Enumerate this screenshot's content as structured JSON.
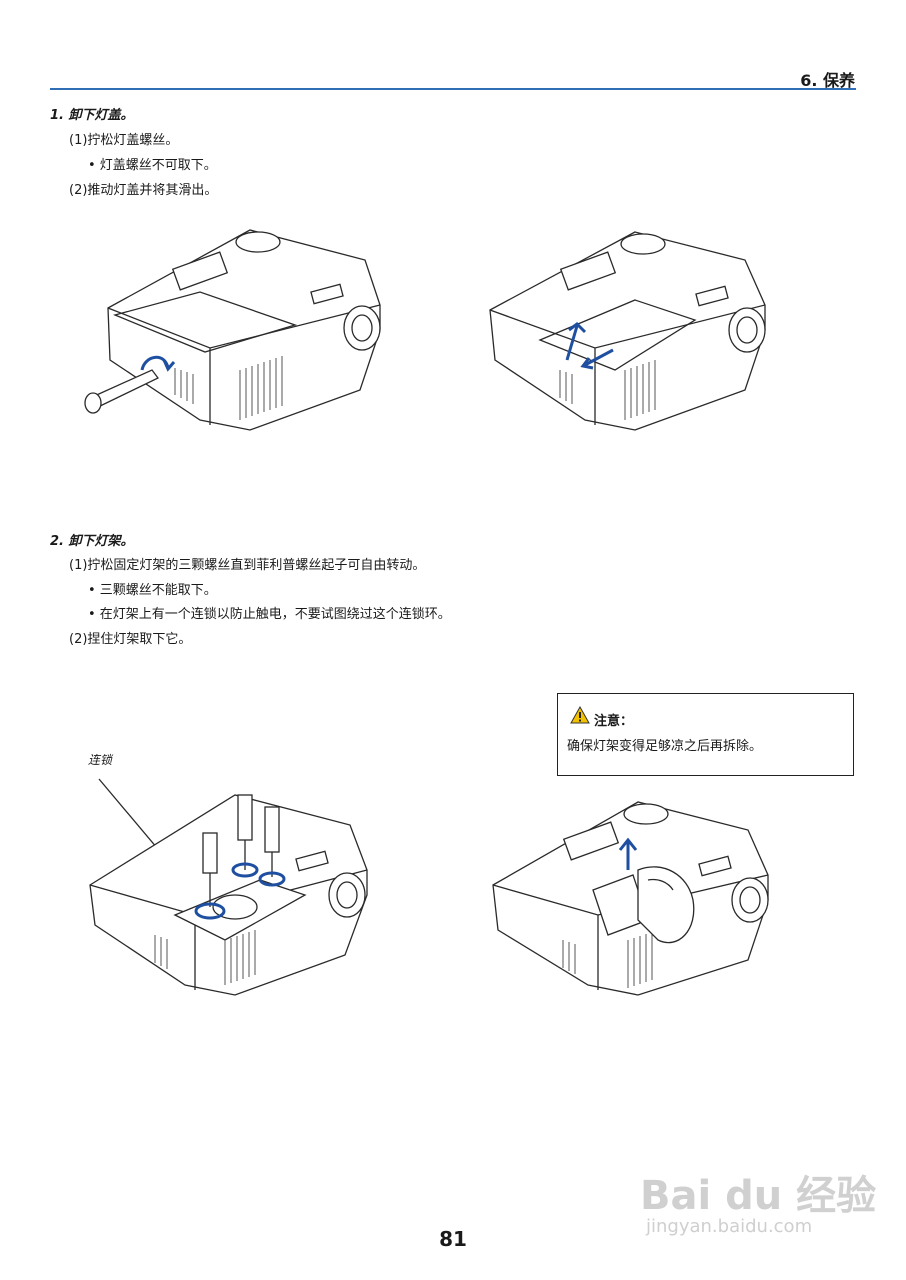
{
  "header": {
    "section_title": "6. 保养"
  },
  "step1": {
    "title": "1.  卸下灯盖。",
    "lines": [
      "(1)拧松灯盖螺丝。",
      "• 灯盖螺丝不可取下。",
      "(2)推动灯盖并将其滑出。"
    ]
  },
  "step2": {
    "title": "2.  卸下灯架。",
    "lines": [
      "(1)拧松固定灯架的三颗螺丝直到菲利普螺丝起子可自由转动。",
      "• 三颗螺丝不能取下。",
      "• 在灯架上有一个连锁以防止触电，不要试图绕过这个连锁环。",
      "(2)捏住灯架取下它。"
    ]
  },
  "caution": {
    "icon": "warning-triangle-icon",
    "title": "注意：",
    "text": "确保灯架变得足够凉之后再拆除。"
  },
  "figure3": {
    "label": "连锁"
  },
  "colors": {
    "accent": "#2f6db5",
    "arrow": "#1f4fa0",
    "warning": "#f2c200"
  },
  "page_number": "81",
  "watermark": {
    "main": "Bai du 经验",
    "sub": "jingyan.baidu.com"
  }
}
